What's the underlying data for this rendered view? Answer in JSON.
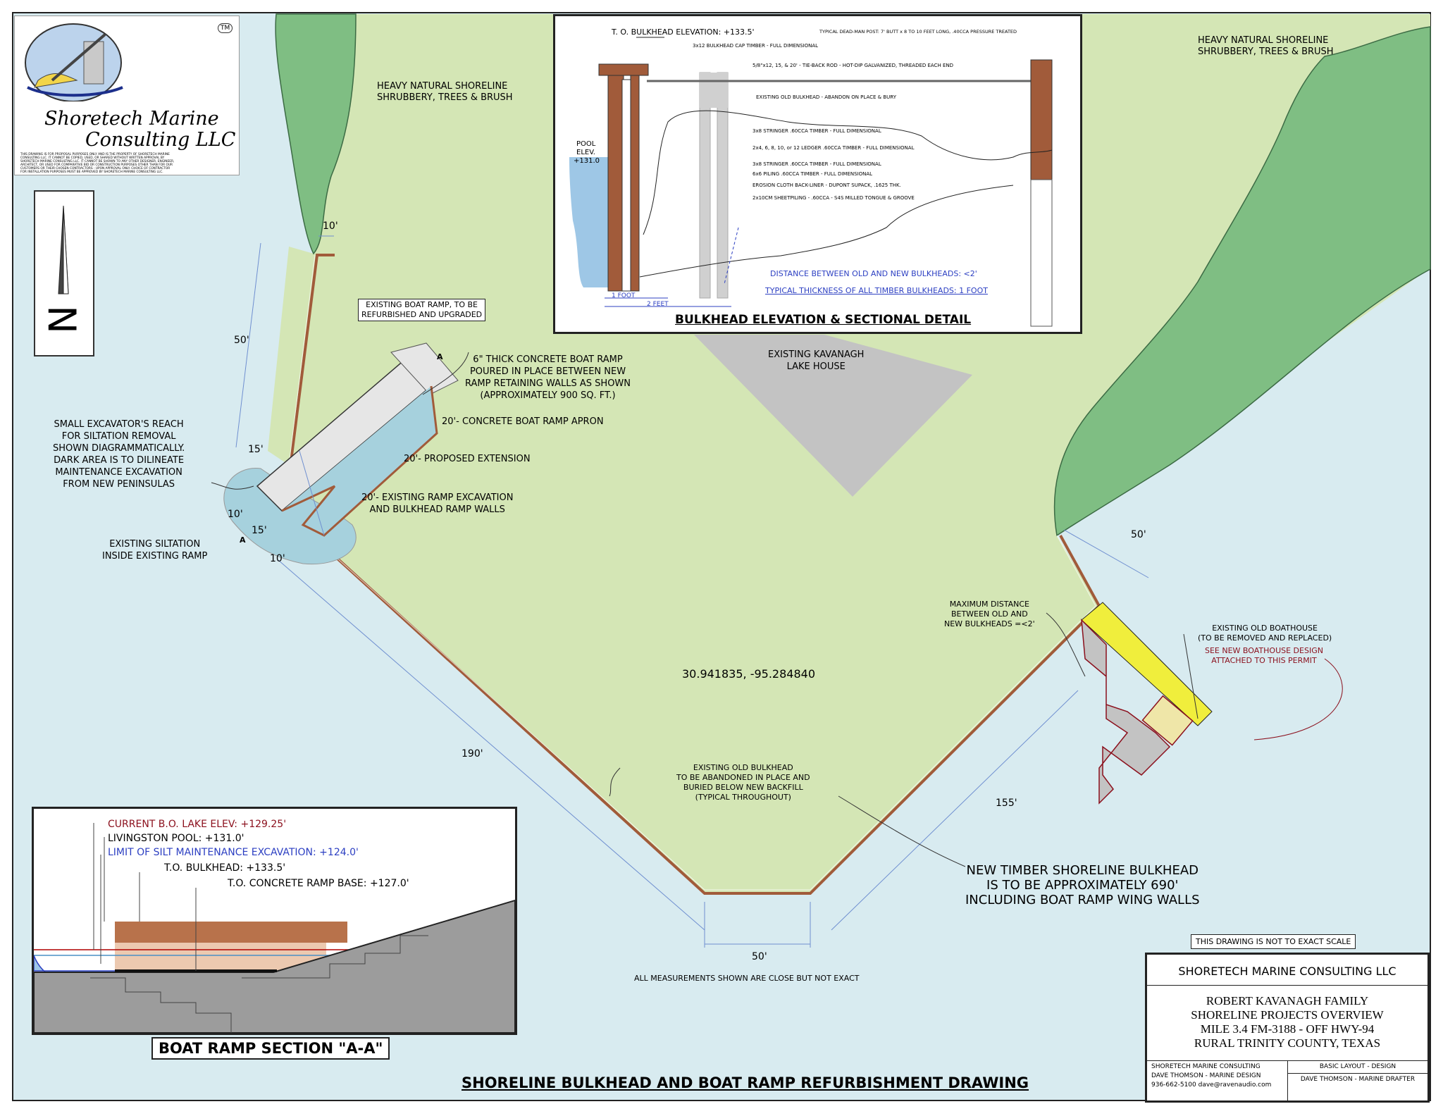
{
  "colors": {
    "water": "#d8ebf0",
    "land": "#d4e6b5",
    "trees": "#7fbe83",
    "timber": "#a15b3a",
    "house": "#c3c3c3",
    "new_boathouse": "#f0ee3c",
    "dim_line": "#6f8fd0",
    "red": "#8b0f1c",
    "blue": "#2c3fc2"
  },
  "logo": {
    "line1": "Shoretech Marine",
    "line2": "Consulting LLC",
    "tm": "TM",
    "disclaimer": [
      "THIS DRAWING IS FOR PROPOSAL PURPOSES ONLY AND IS THE PROPERTY OF SHORETECH MARINE",
      "CONSULTING LLC.  IT CANNOT BE COPIED, USED, OR SHARED WITHOUT WRITTEN APPROVAL BY",
      "SHORETECH MARINE CONSULTING LLC.  IT CANNOT BE SHOWN TO ANY OTHER DESIGNER, ENGINEER,",
      "ARCHITECT, OR USED FOR COMPARATIVE BID OR CONSTRUCTION PURPOSES OTHER THAN FOR OUR",
      "CUSTOMERS OR THEIR CHOSEN CONTRACTORS - UPON APPROVAL ONLY.  CHOICE OF CONTRACTOR",
      "FOR INSTALLATION PURPOSES MUST BE APPROVED BY SHORETECH MARINE CONSULTING LLC."
    ]
  },
  "north": {
    "label": "N"
  },
  "shoreline_left": [
    "HEAVY NATURAL SHORELINE",
    "SHRUBBERY, TREES & BRUSH"
  ],
  "shoreline_right": [
    "HEAVY NATURAL SHORELINE",
    "SHRUBBERY, TREES & BRUSH"
  ],
  "dims": {
    "d10_top": "10'",
    "d50_left": "50'",
    "d15_a": "15'",
    "d10_a": "10'",
    "d15_b": "15'",
    "d10_b": "10'",
    "d190": "190'",
    "d50_bottom": "50'",
    "d155": "155'",
    "d50_right": "50'"
  },
  "section_marker": "A",
  "notes": {
    "existing_ramp": [
      "EXISTING BOAT RAMP, TO BE",
      "REFURBISHED AND UPGRADED"
    ],
    "concrete_ramp": [
      "6\" THICK CONCRETE BOAT RAMP",
      "POURED IN PLACE BETWEEN NEW",
      "RAMP RETAINING WALLS AS SHOWN",
      "(APPROXIMATELY 900 SQ. FT.)"
    ],
    "apron": "20'- CONCRETE BOAT RAMP APRON",
    "extension": "20'- PROPOSED EXTENSION",
    "excavation": [
      "20'- EXISTING RAMP EXCAVATION",
      "AND BULKHEAD RAMP WALLS"
    ],
    "excavator": [
      "SMALL EXCAVATOR'S REACH",
      "FOR SILTATION REMOVAL",
      "SHOWN DIAGRAMMATICALLY.",
      "DARK AREA IS TO DILINEATE",
      "MAINTENANCE EXCAVATION",
      "FROM NEW PENINSULAS"
    ],
    "siltation": [
      "EXISTING SILTATION",
      "INSIDE EXISTING RAMP"
    ],
    "house": [
      "EXISTING KAVANAGH",
      "LAKE HOUSE"
    ],
    "coordinates": "30.941835, -95.284840",
    "old_bulkhead": [
      "EXISTING OLD BULKHEAD",
      "TO BE ABANDONED IN PLACE AND",
      "BURIED BELOW NEW BACKFILL",
      "(TYPICAL THROUGHOUT)"
    ],
    "max_distance": [
      "MAXIMUM DISTANCE",
      "BETWEEN OLD AND",
      "NEW BULKHEADS =<2'"
    ],
    "boathouse": [
      "EXISTING OLD BOATHOUSE",
      "(TO BE REMOVED AND REPLACED)"
    ],
    "boathouse_red": [
      "SEE NEW BOATHOUSE DESIGN",
      "ATTACHED TO THIS PERMIT"
    ],
    "new_bulkhead": [
      "NEW TIMBER SHORELINE BULKHEAD",
      "IS TO BE APPROXIMATELY 690'",
      "INCLUDING BOAT RAMP WING WALLS"
    ],
    "measurements": "ALL MEASUREMENTS SHOWN ARE CLOSE BUT NOT EXACT",
    "scale": "THIS DRAWING IS NOT TO EXACT SCALE",
    "main_title": "SHORELINE BULKHEAD AND BOAT RAMP REFURBISHMENT DRAWING"
  },
  "bulkhead_detail": {
    "title": "BULKHEAD ELEVATION & SECTIONAL DETAIL",
    "top_elev": "T. O. BULKHEAD ELEVATION: +133.5'",
    "deadman": "TYPICAL DEAD-MAN POST: 7' BUTT x 8 TO 10 FEET LONG, .40CCA PRESSURE TREATED",
    "cap": "3x12 BULKHEAD CAP TIMBER - FULL DIMENSIONAL",
    "tierod": "5/8\"x12, 15, & 20' - TIE-BACK ROD - HOT-DIP GALVANIZED, THREADED EACH END",
    "old": "EXISTING OLD BULKHEAD - ABANDON ON PLACE & BURY",
    "stringer1": "3x8 STRINGER .60CCA TIMBER - FULL DIMENSIONAL",
    "ledger": "2x4, 6, 8, 10, or 12 LEDGER .60CCA TIMBER - FULL DIMENSIONAL",
    "stringer2": "3x8 STRINGER .60CCA TIMBER - FULL DIMENSIONAL",
    "piling": "6x6 PILING .60CCA TIMBER - FULL DIMENSIONAL",
    "erosion": "EROSION CLOTH BACK-LINER - DUPONT SUPACK, .1625 THK.",
    "sheet": "2x10CM SHEETPILING - .60CCA - S4S MILLED TONGUE & GROOVE",
    "pool1": "POOL",
    "pool2": "ELEV.",
    "pool3": "+131.0",
    "dist": "DISTANCE BETWEEN OLD AND NEW BULKHEADS: <2'",
    "thick": "TYPICAL THICKNESS OF ALL TIMBER BULKHEADS: 1 FOOT",
    "one_foot": "1 FOOT",
    "two_feet": "2 FEET"
  },
  "ramp_section": {
    "title": "BOAT RAMP SECTION \"A-A\"",
    "current": "CURRENT B.O. LAKE ELEV: +129.25'",
    "pool": "LIVINGSTON POOL: +131.0'",
    "limit": "LIMIT OF SILT MAINTENANCE EXCAVATION: +124.0'",
    "bulkhead": "T.O. BULKHEAD: +133.5'",
    "ramp_base": "T.O. CONCRETE RAMP BASE: +127.0'"
  },
  "title_block": {
    "company": "SHORETECH MARINE CONSULTING LLC",
    "project": [
      "ROBERT KAVANAGH FAMILY",
      "SHORELINE PROJECTS OVERVIEW",
      "MILE 3.4 FM-3188 - OFF HWY-94",
      "RURAL TRINITY COUNTY, TEXAS"
    ],
    "left1": "SHORETECH MARINE CONSULTING",
    "left2": "DAVE THOMSON - MARINE DESIGN",
    "left3": "936-662-5100  dave@ravenaudio.com",
    "right1": "BASIC LAYOUT - DESIGN",
    "right2": "DAVE THOMSON - MARINE DRAFTER"
  }
}
